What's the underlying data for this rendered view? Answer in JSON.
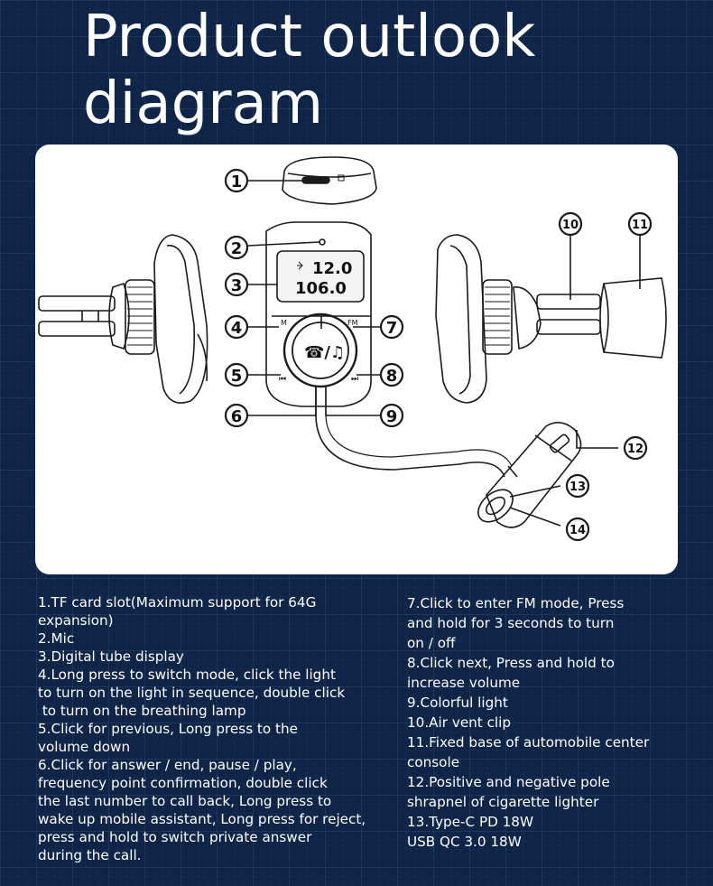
{
  "title": {
    "line1": "Product outlook",
    "line2": "diagram"
  },
  "diagram": {
    "callouts": [
      "1",
      "2",
      "3",
      "4",
      "5",
      "6",
      "7",
      "8",
      "9",
      "10",
      "11",
      "12",
      "13",
      "14"
    ],
    "display": {
      "top": "12.0",
      "bottom": "106.0"
    },
    "button_labels": {
      "mode": "M",
      "fm": "FM",
      "prev": "⏮",
      "next": "⏭",
      "center": "☎/♫"
    }
  },
  "descriptions": {
    "left": [
      "1.TF card slot(Maximum support for 64G",
      "expansion)",
      "2.Mic",
      "3.Digital tube display",
      "4.Long press to switch mode, click the light",
      "to turn on the light in sequence, double click",
      " to turn on the breathing lamp",
      "5.Click for previous, Long press to the",
      "volume down",
      "6.Click for answer / end, pause / play,",
      "frequency point confirmation, double click",
      "the last number to call back, Long press to",
      "wake up mobile assistant, Long press for reject,",
      "press and hold to switch private answer",
      "during the call."
    ],
    "right": [
      "7.Click to enter FM mode, Press",
      "and hold for 3 seconds to turn",
      "on / off",
      "8.Click next, Press and hold to",
      "increase volume",
      "9.Colorful light",
      "10.Air vent clip",
      "11.Fixed base of automobile center",
      "console",
      "12.Positive and negative pole",
      "shrapnel of cigarette lighter",
      "13.Type-C PD 18W",
      "USB QC 3.0 18W"
    ]
  }
}
